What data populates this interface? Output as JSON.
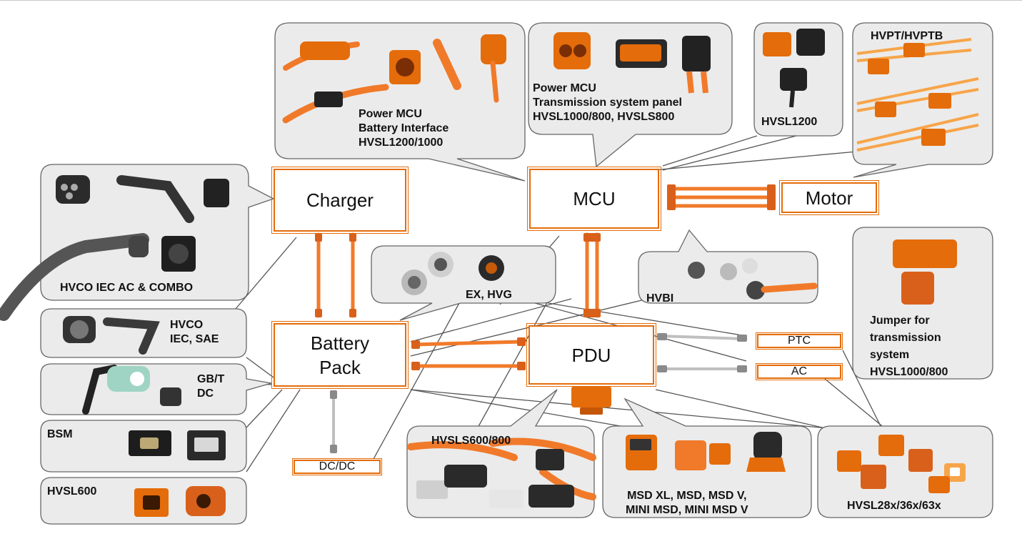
{
  "blocks": {
    "charger": "Charger",
    "mcu": "MCU",
    "motor": "Motor",
    "battery_pack": "Battery\nPack",
    "pdu": "PDU",
    "ptc": "PTC",
    "ac": "AC",
    "dcdc": "DC/DC"
  },
  "callouts": {
    "power_mcu_battery": "Power MCU\nBattery Interface\nHVSL1200/1000",
    "power_mcu_panel": "Power MCU\nTransmission system panel\nHVSL1000/800, HVSLS800",
    "hvsl1200": "HVSL1200",
    "hvpt": "HVPT/HVPTB",
    "hvco_iec_ac_combo": "HVCO IEC AC & COMBO",
    "hvco_iec_sae": "HVCO\nIEC, SAE",
    "gbt_dc": "GB/T\nDC",
    "bsm": "BSM",
    "hvsl600": "HVSL600",
    "ex_hvg": "EX, HVG",
    "hvbi": "HVBI",
    "jumper": "Jumper for\ntransmission\nsystem\nHVSL1000/800",
    "hvsls600_800": "HVSLS600/800",
    "msd": "MSD XL, MSD, MSD V,\nMINI MSD, MINI MSD V",
    "hvsl28x": "HVSL28x/36x/63x"
  },
  "colors": {
    "accent_orange": "#e46c0a",
    "connector_orange": "#f07a2a",
    "bubble_fill": "#ebebeb",
    "bubble_stroke": "#666666"
  }
}
